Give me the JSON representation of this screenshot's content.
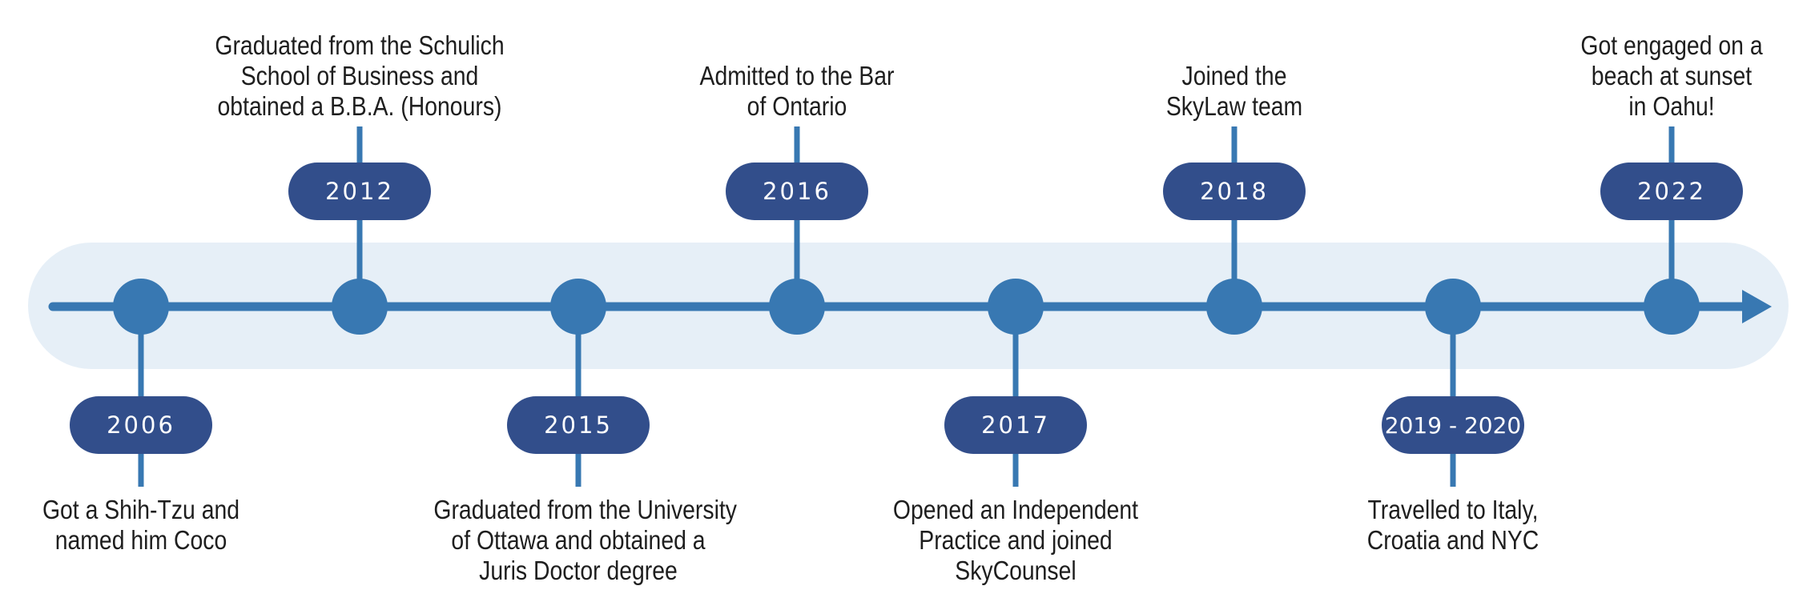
{
  "timeline": {
    "colors": {
      "band": "#e6eff7",
      "line": "#3878b2",
      "node": "#3878b2",
      "badge": "#324e8b",
      "badge_text": "#ffffff",
      "caption_text": "#1e1e1e"
    },
    "events": [
      {
        "year": "2006",
        "position": "below",
        "caption_lines": [
          "Got a Shih-Tzu and",
          "named him Coco"
        ]
      },
      {
        "year": "2012",
        "position": "above",
        "caption_lines": [
          "Graduated from the Schulich",
          "School of Business and",
          "obtained a B.B.A. (Honours)"
        ]
      },
      {
        "year": "2015",
        "position": "below",
        "caption_lines": [
          "Graduated from the University",
          "of Ottawa and obtained a",
          "Juris Doctor degree"
        ]
      },
      {
        "year": "2016",
        "position": "above",
        "caption_lines": [
          "Admitted to the Bar",
          "of Ontario"
        ]
      },
      {
        "year": "2017",
        "position": "below",
        "caption_lines": [
          "Opened an Independent",
          "Practice and joined",
          "SkyCounsel"
        ]
      },
      {
        "year": "2018",
        "position": "above",
        "caption_lines": [
          "Joined the",
          "SkyLaw team"
        ]
      },
      {
        "year": "2019 - 2020",
        "position": "below",
        "caption_lines": [
          "Travelled to Italy,",
          "Croatia and NYC"
        ]
      },
      {
        "year": "2022",
        "position": "above",
        "caption_lines": [
          "Got engaged on a",
          "beach at sunset",
          "in Oahu!"
        ]
      }
    ]
  }
}
